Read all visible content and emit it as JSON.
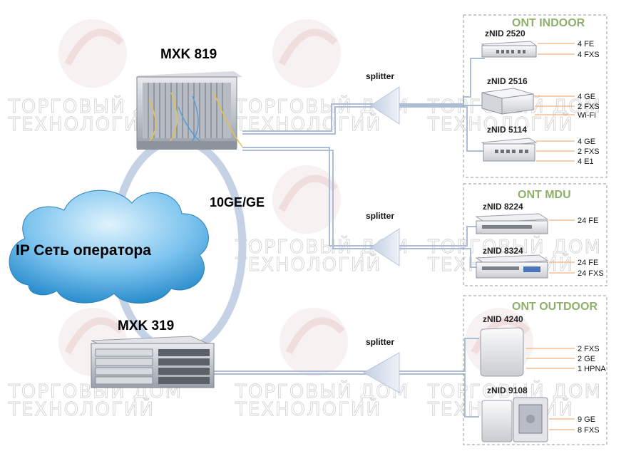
{
  "core": {
    "mxk819": "MXK 819",
    "mxk319": "MXK 319",
    "uplink": "10GE/GE",
    "cloud": "IP Сеть оператора"
  },
  "splitter_label": "splitter",
  "watermark": [
    "ТОРГОВЫЙ ДОМ",
    "ТЕХНОЛОГИЙ"
  ],
  "groups": {
    "indoor": {
      "title": "ONT INDOOR",
      "devices": [
        {
          "model": "zNID 2520",
          "ports": [
            "4 FE",
            "4 FXS"
          ]
        },
        {
          "model": "zNID 2516",
          "ports": [
            "4 GE",
            "2 FXS",
            "Wi-Fi"
          ]
        },
        {
          "model": "zNID 5114",
          "ports": [
            "4 GE",
            "2 FXS",
            "4 E1"
          ]
        }
      ]
    },
    "mdu": {
      "title": "ONT MDU",
      "devices": [
        {
          "model": "zNID 8224",
          "ports": [
            "24 FE"
          ]
        },
        {
          "model": "zNID 8324",
          "ports": [
            "24 FE",
            "24 FXS"
          ]
        }
      ]
    },
    "outdoor": {
      "title": "ONT OUTDOOR",
      "devices": [
        {
          "model": "zNID 4240",
          "ports": [
            "2 FXS",
            "2 GE",
            "1 HPNA"
          ]
        },
        {
          "model": "zNID 9108",
          "ports": [
            "9 GE",
            "8 FXS"
          ]
        }
      ]
    }
  },
  "colors": {
    "link": "#aebdd6",
    "port_line": "#f3b27a",
    "group_title": "#8fb06a",
    "cloud_top": "#c9e9fb",
    "cloud_bottom": "#2a8fcf"
  }
}
